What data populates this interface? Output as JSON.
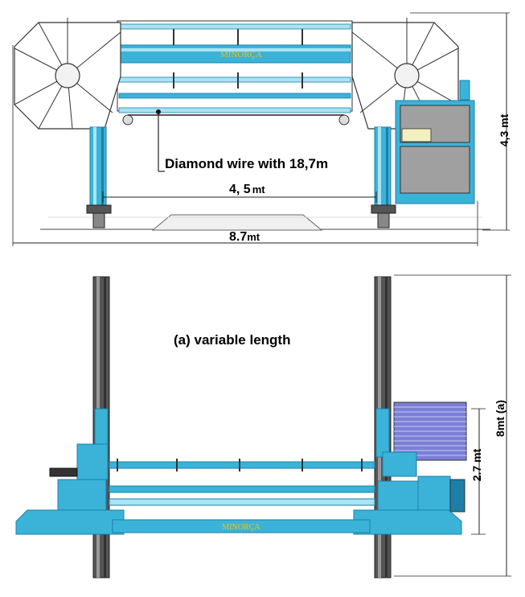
{
  "brand": "MINORÇA",
  "top_view": {
    "wire_label": "Diamond wire with 18,7m",
    "inner_span_label": "4, 5",
    "inner_span_unit": "mt",
    "overall_width_label": "8.7",
    "overall_width_unit": "mt",
    "height_label": "4,3 mt"
  },
  "bottom_view": {
    "variable_label": "(a) variable length",
    "short_dim_label": "2.7 mt",
    "long_dim_label": "8mt  (a)"
  },
  "colors": {
    "frame_cyan": "#3bb3d9",
    "frame_dark": "#1d7fa6",
    "frame_light": "#a9e3f4",
    "panel_gray": "#a0a0a0",
    "wheel_gray": "#d6d6d6",
    "stripes_blue": "#7b7fd6",
    "brand_yellow": "#e8c21a"
  }
}
